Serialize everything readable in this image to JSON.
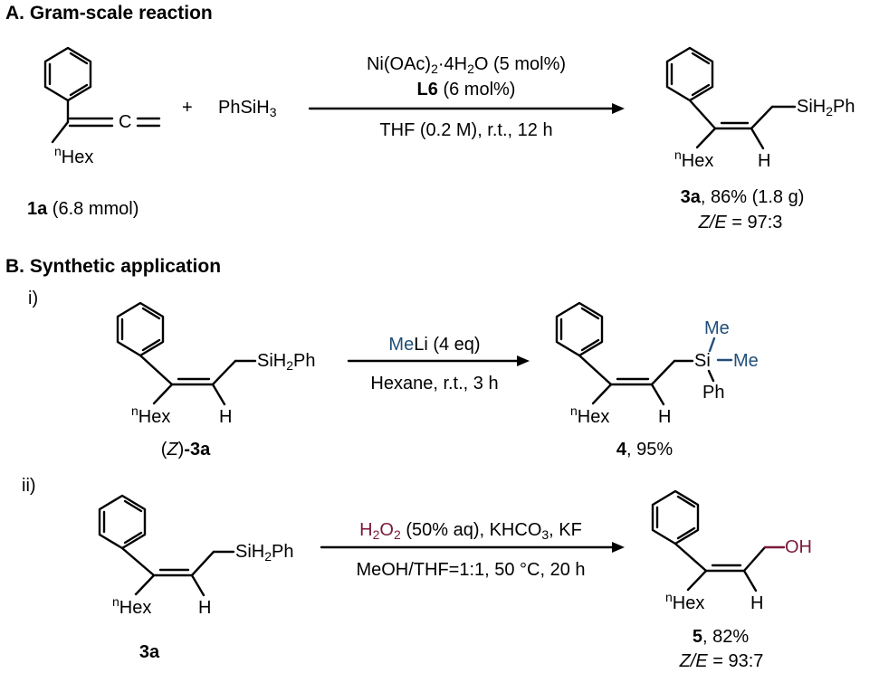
{
  "sectionA": {
    "title": "A. Gram-scale reaction",
    "plus": "+",
    "silane": "PhSiH",
    "silane_sub": "3",
    "sm_hex_sup": "n",
    "sm_hex": "Hex",
    "sm_c": "C",
    "sm_label_bold": "1a",
    "sm_label_rest": " (6.8 mmol)",
    "cond_top_1": "Ni(OAc)",
    "cond_top_1_sub": "2",
    "cond_top_1_b": "·4H",
    "cond_top_1_sub2": "2",
    "cond_top_1_c": "O (5 mol%)",
    "cond_top_2_bold": "L6",
    "cond_top_2_rest": " (6 mol%)",
    "cond_bottom": "THF (0.2 M), r.t., 12 h",
    "prod_si": "SiH",
    "prod_si_sub": "2",
    "prod_si_rest": "Ph",
    "prod_hex_sup": "n",
    "prod_hex": "Hex",
    "prod_h": "H",
    "prod_label_bold": "3a",
    "prod_label_rest": ", 86% (1.8 g)",
    "prod_ze_italic": "Z/E",
    "prod_ze_rest": " = 97:3"
  },
  "sectionB": {
    "title": "B. Synthetic application",
    "i": {
      "label": "i)",
      "sm_si": "SiH",
      "sm_si_sub": "2",
      "sm_si_rest": "Ph",
      "sm_hex_sup": "n",
      "sm_hex": "Hex",
      "sm_h": "H",
      "sm_label_a": "(",
      "sm_label_z": "Z",
      "sm_label_b": ")",
      "sm_label_bold": "-3a",
      "reagent_colored": "Me",
      "reagent_rest": "Li (4 eq)",
      "cond_bottom": "Hexane, r.t., 3 h",
      "prod_si": "Si",
      "prod_me_top": "Me",
      "prod_me_right": "Me",
      "prod_ph": "Ph",
      "prod_hex_sup": "n",
      "prod_hex": "Hex",
      "prod_h": "H",
      "prod_label_bold": "4",
      "prod_label_rest": ", 95%"
    },
    "ii": {
      "label": "ii)",
      "sm_si": "SiH",
      "sm_si_sub": "2",
      "sm_si_rest": "Ph",
      "sm_hex_sup": "n",
      "sm_hex": "Hex",
      "sm_h": "H",
      "sm_label_bold": "3a",
      "reagent_colored_1": "H",
      "reagent_colored_sub1": "2",
      "reagent_colored_2": "O",
      "reagent_colored_sub2": "2",
      "reagent_rest_1": " (50% aq), KHCO",
      "reagent_rest_sub": "3",
      "reagent_rest_2": ", KF",
      "cond_bottom": "MeOH/THF=1:1, 50 °C, 20 h",
      "prod_oh": "OH",
      "prod_hex_sup": "n",
      "prod_hex": "Hex",
      "prod_h": "H",
      "prod_label_bold": "5",
      "prod_label_rest": ", 82%",
      "prod_ze_italic": "Z/E",
      "prod_ze_rest": " = 93:7"
    }
  },
  "colors": {
    "methyl": "#1f4e79",
    "peroxide": "#7b1a3c"
  }
}
